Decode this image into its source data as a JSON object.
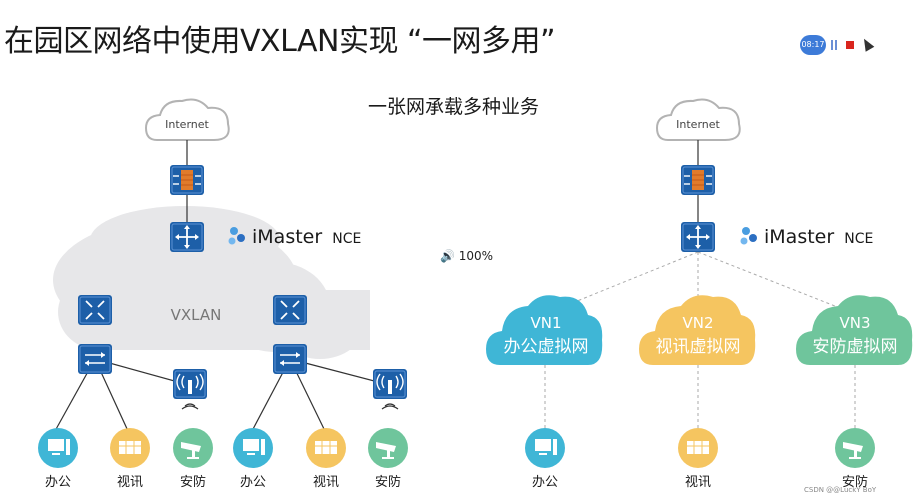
{
  "title": "在园区网络中使用VXLAN实现 “一网多用”",
  "subtitle": "一张网承载多种业务",
  "controls": {
    "timer": "08:17"
  },
  "volume": {
    "label": "100%"
  },
  "watermark": "CSDN @@LuckY BoY",
  "left": {
    "internet": "Internet",
    "brand_main": "iMaster",
    "brand_sub": "NCE",
    "fabric": "VXLAN",
    "endpoints": [
      "办公",
      "视讯",
      "安防",
      "办公",
      "视讯",
      "安防"
    ]
  },
  "right": {
    "internet": "Internet",
    "brand_main": "iMaster",
    "brand_sub": "NCE",
    "vns": [
      {
        "code": "VN1",
        "label": "办公虚拟网",
        "color": "#3fb6d6"
      },
      {
        "code": "VN2",
        "label": "视讯虚拟网",
        "color": "#f5c560"
      },
      {
        "code": "VN3",
        "label": "安防虚拟网",
        "color": "#6fc59c"
      }
    ],
    "endpoints": [
      "办公",
      "视讯",
      "安防"
    ]
  },
  "colors": {
    "device": "#1d5fa8",
    "office": "#3fb6d6",
    "video": "#f5c560",
    "security": "#6fc59c",
    "cloud_bg": "#e7e7e9"
  }
}
